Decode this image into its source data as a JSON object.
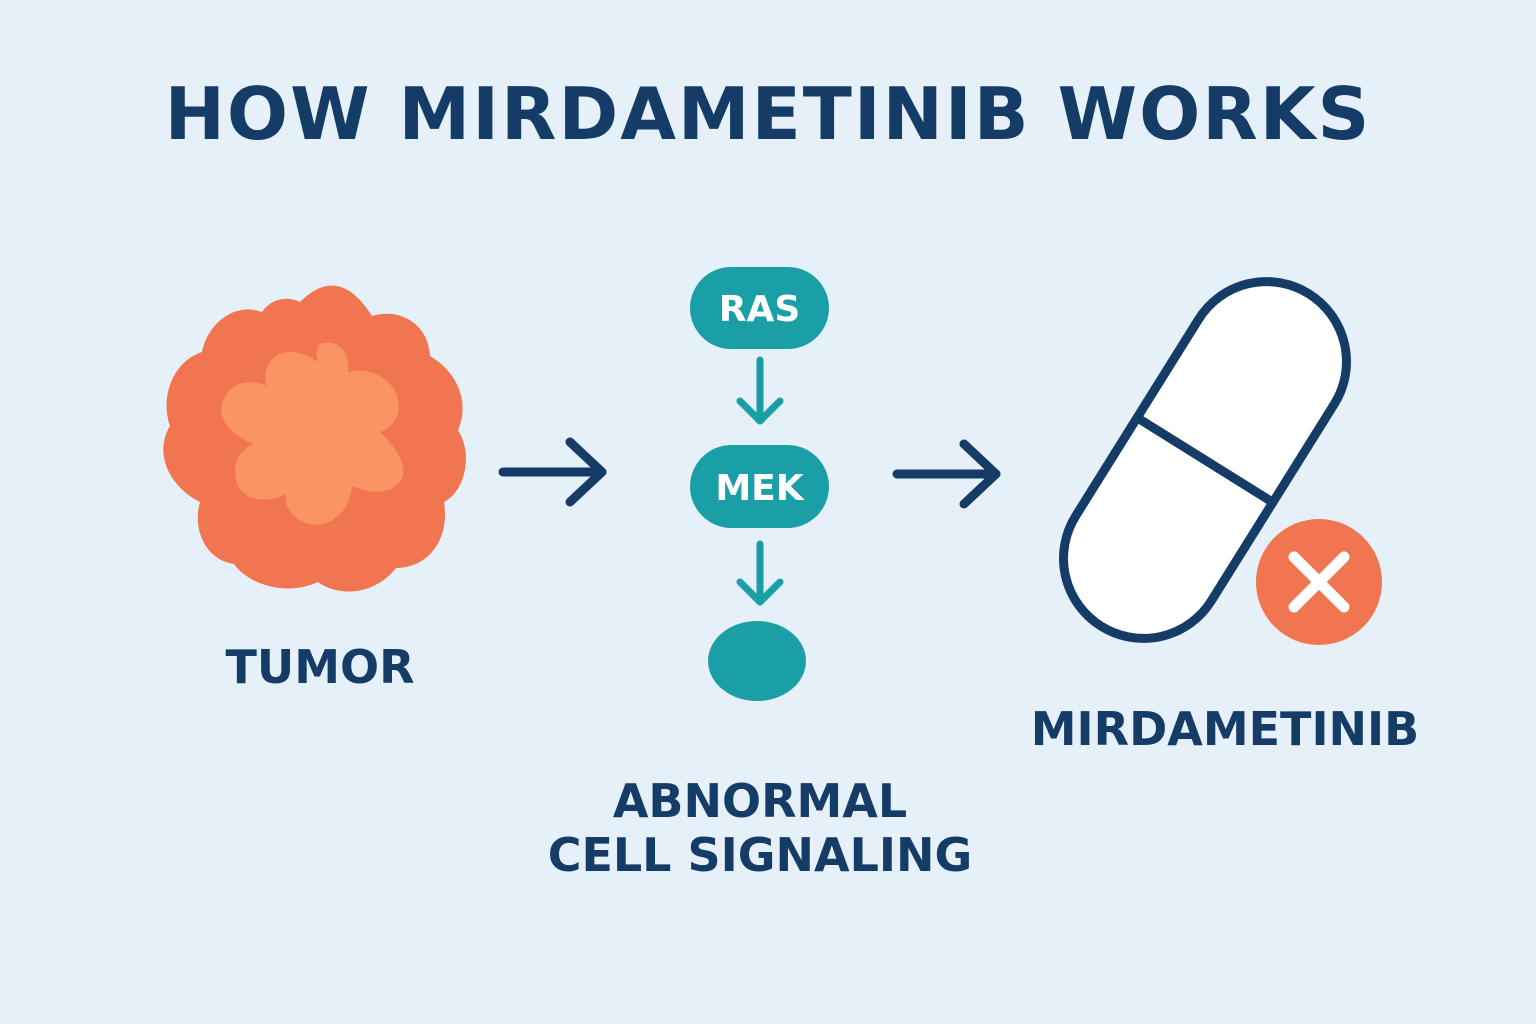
{
  "title": "HOW MIRDAMETINIB WORKS",
  "tumor": {
    "label": "TUMOR"
  },
  "pathway": {
    "nodes": [
      "RAS",
      "MEK"
    ],
    "label_lines": [
      "ABNORMAL",
      "CELL SIGNALING"
    ]
  },
  "drug": {
    "label": "MIRDAMETINIB"
  },
  "colors": {
    "background": "#e6f0f8",
    "navy": "#143c66",
    "teal": "#1a9fa6",
    "tumor_outer": "#f07550",
    "tumor_inner": "#fa9462",
    "block_badge": "#f07550"
  }
}
